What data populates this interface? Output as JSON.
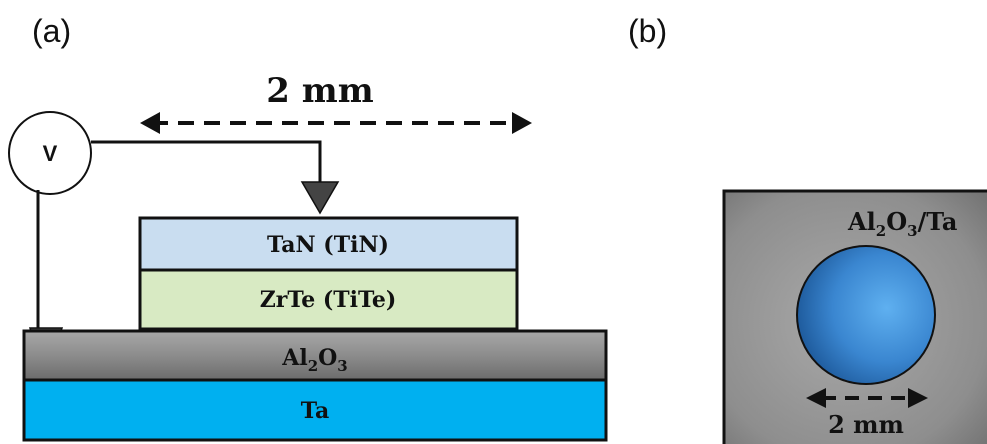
{
  "panels": {
    "a": {
      "label": "(a)"
    },
    "b": {
      "label": "(b)"
    }
  },
  "panel_a": {
    "width_label": "2 mm",
    "voltmeter_label": "V",
    "layers": {
      "top_electrode": "TaN (TiN)",
      "switching_layer": "ZrTe (TiTe)",
      "oxide_base": "Al",
      "oxide_sub1": "2",
      "oxide_mid": "O",
      "oxide_sub2": "3",
      "bottom_electrode": "Ta"
    },
    "colors": {
      "top_electrode": "#c9ddf0",
      "switching_layer": "#d8eac3",
      "oxide": "#8c8c8c",
      "bottom_electrode": "#00b0f0"
    }
  },
  "panel_b": {
    "substrate_base": "Al",
    "substrate_sub1": "2",
    "substrate_mid": "O",
    "substrate_sub2": "3",
    "substrate_tail": "/Ta",
    "pad_width_label": "2 mm",
    "colors": {
      "substrate": "#8a8a8a",
      "pad": "#3a86d0"
    }
  }
}
